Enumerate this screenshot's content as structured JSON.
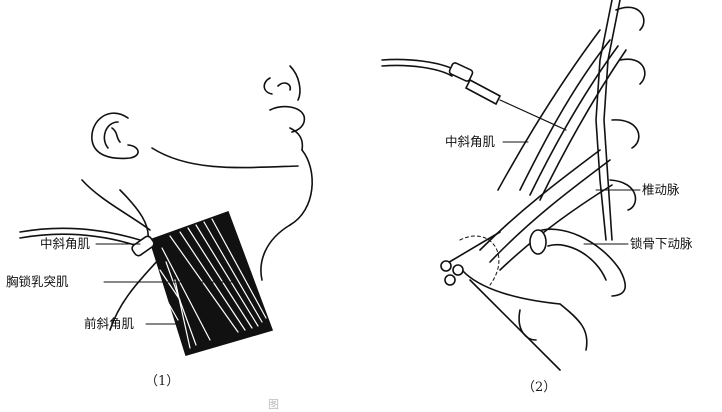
{
  "figure": {
    "panel1": {
      "caption": "（1）",
      "labels": {
        "middle_scalene": "中斜角肌",
        "sternocleidomastoid": "胸锁乳突肌",
        "anterior_scalene": "前斜角肌"
      }
    },
    "panel2": {
      "caption": "（2）",
      "labels": {
        "middle_scalene": "中斜角肌",
        "vertebral_artery": "椎动脉",
        "subclavian_artery": "锁骨下动脉"
      }
    },
    "bottom_caption_fragment": "图"
  }
}
